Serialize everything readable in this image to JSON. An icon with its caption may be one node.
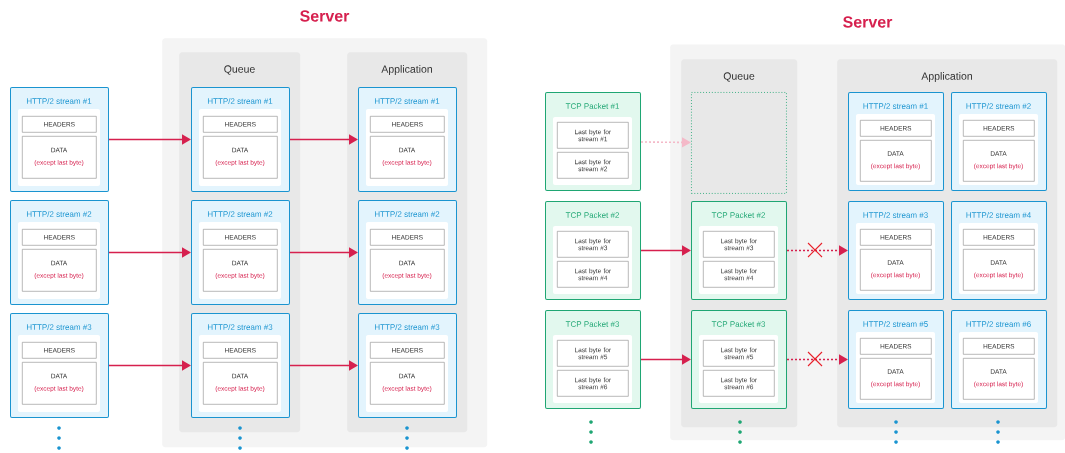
{
  "diagram": {
    "nodes": [
      {
        "text": [
          "Server"
        ]
      },
      {
        "text": [
          "Queue"
        ],
        "in": 0
      },
      {
        "text": [
          "Application"
        ],
        "in": 0
      },
      {
        "text": [
          "HTTP/2 stream #1"
        ]
      },
      {
        "text": [
          "HEADERS"
        ],
        "in": 3
      },
      {
        "text": [
          "DATA",
          "(except last byte)"
        ],
        "in": 3
      },
      {
        "text": [
          "HTTP/2 stream #2"
        ]
      },
      {
        "text": [
          "HEADERS"
        ],
        "in": 6
      },
      {
        "text": [
          "DATA",
          "(except last byte)"
        ],
        "in": 6
      },
      {
        "text": [
          "HTTP/2 stream #3"
        ]
      },
      {
        "text": [
          "HEADERS"
        ],
        "in": 9
      },
      {
        "text": [
          "DATA",
          "(except last byte)"
        ],
        "in": 9
      },
      {
        "text": [
          "HTTP/2 stream #1"
        ],
        "in": 1
      },
      {
        "text": [
          "HEADERS"
        ],
        "in": 12
      },
      {
        "text": [
          "DATA",
          "(except last byte)"
        ],
        "in": 12
      },
      {
        "text": [
          "HTTP/2 stream #2"
        ],
        "in": 1
      },
      {
        "text": [
          "HEADERS"
        ],
        "in": 15
      },
      {
        "text": [
          "DATA",
          "(except last byte)"
        ],
        "in": 15
      },
      {
        "text": [
          "HTTP/2 stream #3"
        ],
        "in": 1
      },
      {
        "text": [
          "HEADERS"
        ],
        "in": 18
      },
      {
        "text": [
          "DATA",
          "(except last byte)"
        ],
        "in": 18
      },
      {
        "text": [
          "HTTP/2 stream #1"
        ],
        "in": 2
      },
      {
        "text": [
          "HEADERS"
        ],
        "in": 21
      },
      {
        "text": [
          "DATA",
          "(except last byte)"
        ],
        "in": 21
      },
      {
        "text": [
          "HTTP/2 stream #2"
        ],
        "in": 2
      },
      {
        "text": [
          "HEADERS"
        ],
        "in": 24
      },
      {
        "text": [
          "DATA",
          "(except last byte)"
        ],
        "in": 24
      },
      {
        "text": [
          "HTTP/2 stream #3"
        ],
        "in": 2
      },
      {
        "text": [
          "HEADERS"
        ],
        "in": 27
      },
      {
        "text": [
          "DATA",
          "(except last byte)"
        ],
        "in": 27
      },
      {
        "text": [
          "Server"
        ]
      },
      {
        "text": [
          "Queue"
        ],
        "in": 30
      },
      {
        "text": [
          "Application"
        ],
        "in": 30
      },
      {
        "text": [
          "TCP Packet #1"
        ]
      },
      {
        "text": [
          "Last byte for stream #1"
        ],
        "in": 33
      },
      {
        "text": [
          "Last byte for stream #2"
        ],
        "in": 33
      },
      {
        "text": [
          "TCP Packet #2"
        ]
      },
      {
        "text": [
          "Last byte for stream #3"
        ],
        "in": 36
      },
      {
        "text": [
          "Last byte for stream #4"
        ],
        "in": 36
      },
      {
        "text": [
          "TCP Packet #3"
        ]
      },
      {
        "text": [
          "Last byte for stream #5"
        ],
        "in": 39
      },
      {
        "text": [
          "Last byte for stream #6"
        ],
        "in": 39
      },
      {
        "text": [],
        "shape": "box",
        "in": 31
      },
      {
        "text": [
          "TCP Packet #2"
        ],
        "in": 31
      },
      {
        "text": [
          "Last byte for stream #3"
        ],
        "in": 43
      },
      {
        "text": [
          "Last byte for stream #4"
        ],
        "in": 43
      },
      {
        "text": [
          "TCP Packet #3"
        ],
        "in": 31
      },
      {
        "text": [
          "Last byte for stream #5"
        ],
        "in": 46
      },
      {
        "text": [
          "Last byte for stream #6"
        ],
        "in": 46
      },
      {
        "text": [
          "HTTP/2 stream #1"
        ],
        "in": 32
      },
      {
        "text": [
          "HEADERS"
        ],
        "in": 49
      },
      {
        "text": [
          "DATA",
          "(except last byte)"
        ],
        "in": 49
      },
      {
        "text": [
          "HTTP/2 stream #2"
        ],
        "in": 32
      },
      {
        "text": [
          "HEADERS"
        ],
        "in": 52
      },
      {
        "text": [
          "DATA",
          "(except last byte)"
        ],
        "in": 52
      },
      {
        "text": [
          "HTTP/2 stream #3"
        ],
        "in": 32
      },
      {
        "text": [
          "HEADERS"
        ],
        "in": 55
      },
      {
        "text": [
          "DATA",
          "(except last byte)"
        ],
        "in": 55
      },
      {
        "text": [
          "HTTP/2 stream #4"
        ],
        "in": 32
      },
      {
        "text": [
          "HEADERS"
        ],
        "in": 58
      },
      {
        "text": [
          "DATA",
          "(except last byte)"
        ],
        "in": 58
      },
      {
        "text": [
          "HTTP/2 stream #5"
        ],
        "in": 32
      },
      {
        "text": [
          "HEADERS"
        ],
        "in": 61
      },
      {
        "text": [
          "DATA",
          "(except last byte)"
        ],
        "in": 61
      },
      {
        "text": [
          "HTTP/2 stream #6"
        ],
        "in": 32
      },
      {
        "text": [
          "HEADERS"
        ],
        "in": 64
      },
      {
        "text": [
          "DATA",
          "(except last byte)"
        ],
        "in": 64
      }
    ],
    "edges": [
      {
        "from": 3,
        "to": 12,
        "arrow": "to"
      },
      {
        "from": 6,
        "to": 15,
        "arrow": "to"
      },
      {
        "from": 9,
        "to": 18,
        "arrow": "to"
      },
      {
        "from": 12,
        "to": 21,
        "arrow": "to"
      },
      {
        "from": 15,
        "to": 24,
        "arrow": "to"
      },
      {
        "from": 18,
        "to": 27,
        "arrow": "to"
      },
      {
        "from": 33,
        "to": 42,
        "arrow": "to",
        "style": "dashed",
        "color": "#f4b9c8"
      },
      {
        "from": 36,
        "to": 43,
        "arrow": "to"
      },
      {
        "from": 39,
        "to": 46,
        "arrow": "to"
      },
      {
        "from": 43,
        "to": 55,
        "arrow": "to",
        "style": "dashed"
      },
      {
        "from": 46,
        "to": 61,
        "arrow": "to",
        "style": "dashed"
      }
    ]
  }
}
